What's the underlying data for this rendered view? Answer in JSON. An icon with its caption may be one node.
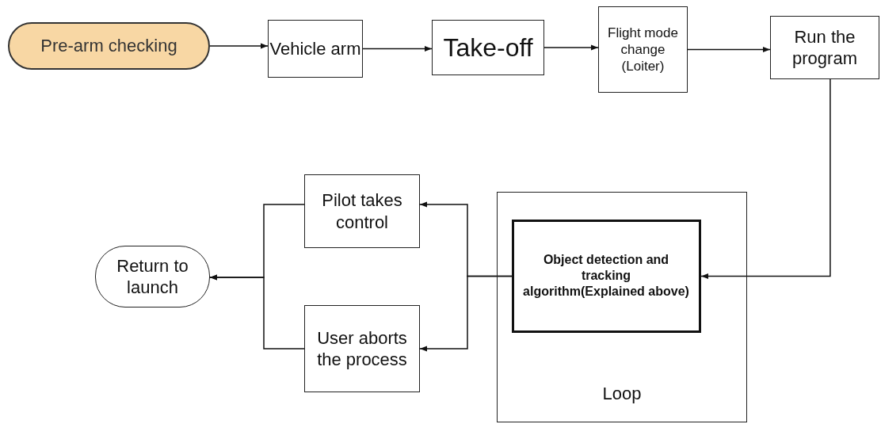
{
  "diagram": {
    "nodes": [
      {
        "text": [
          "Pre-arm checking"
        ]
      },
      {
        "text": [
          "Vehicle arm"
        ]
      },
      {
        "text": [
          "Take-off"
        ]
      },
      {
        "text": [
          "Flight mode change (Loiter)"
        ]
      },
      {
        "text": [
          "Run the program"
        ]
      },
      {
        "text": [
          "Loop"
        ]
      },
      {
        "text": [
          "Object detection and tracking algorithm(Explained above)"
        ],
        "in": 5
      },
      {
        "text": [
          "Pilot takes control"
        ]
      },
      {
        "text": [
          "User aborts the process"
        ]
      },
      {
        "text": [
          "Return to launch"
        ]
      }
    ],
    "edges": [
      {
        "from": 0,
        "to": 1,
        "arrow": "to"
      },
      {
        "from": 1,
        "to": 2,
        "arrow": "to"
      },
      {
        "from": 2,
        "to": 3,
        "arrow": "to"
      },
      {
        "from": 3,
        "to": 4,
        "arrow": "to"
      },
      {
        "from": 4,
        "to": 6,
        "arrow": "to"
      },
      {
        "from": 6,
        "to": 7,
        "arrow": "to"
      },
      {
        "from": 6,
        "to": 8,
        "arrow": "to"
      },
      {
        "from": 7,
        "to": 9,
        "arrow": "to"
      },
      {
        "from": 8,
        "to": 9,
        "arrow": "to"
      }
    ]
  }
}
